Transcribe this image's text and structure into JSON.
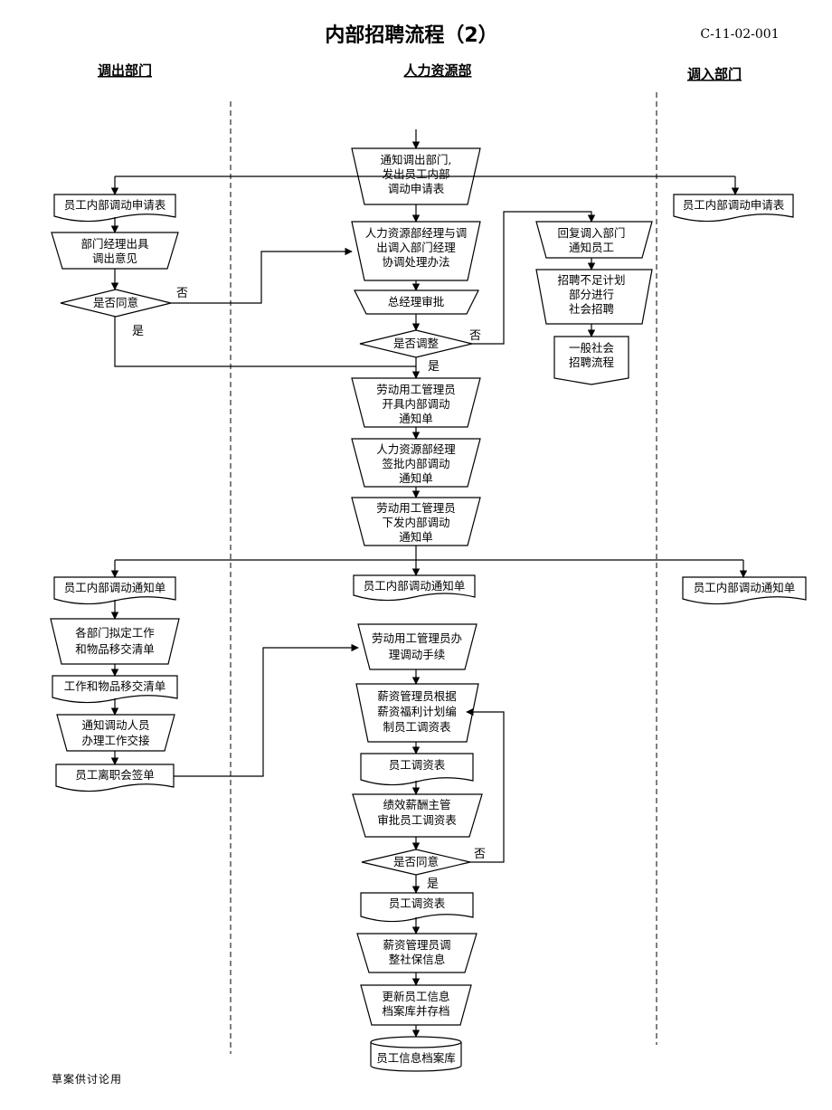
{
  "header": {
    "title": "内部招聘流程（2）",
    "code": "C-11-02-001"
  },
  "lanes": {
    "out": "调出部门",
    "hr": "人力资源部",
    "in": "调入部门"
  },
  "nodes": {
    "n_notify": [
      "通知调出部门,",
      "发出员工内部",
      "调动申请表"
    ],
    "n_form_out": [
      "员工内部调动申请表"
    ],
    "n_form_in": [
      "员工内部调动申请表"
    ],
    "n_opinion": [
      "部门经理出具",
      "调出意见"
    ],
    "n_agree1": [
      "是否同意"
    ],
    "n_coord": [
      "人力资源部经理与调",
      "出调入部门经理",
      "协调处理办法"
    ],
    "n_gm": [
      "总经理审批"
    ],
    "n_adjust": [
      "是否调整"
    ],
    "n_reply": [
      "回复调入部门",
      "通知员工"
    ],
    "n_shortage": [
      "招聘不足计划",
      "部分进行",
      "社会招聘"
    ],
    "n_social": [
      "一般社会",
      "招聘流程"
    ],
    "n_labor1": [
      "劳动用工管理员",
      "开具内部调动",
      "通知单"
    ],
    "n_hrsign": [
      "人力资源部经理",
      "签批内部调动",
      "通知单"
    ],
    "n_labor2": [
      "劳动用工管理员",
      "下发内部调动",
      "通知单"
    ],
    "n_notice_out": [
      "员工内部调动通知单"
    ],
    "n_notice_hr": [
      "员工内部调动通知单"
    ],
    "n_notice_in": [
      "员工内部调动通知单"
    ],
    "n_handover_plan": [
      "各部门拟定工作",
      "和物品移交清单"
    ],
    "n_handover_list": [
      "工作和物品移交清单"
    ],
    "n_notify_staff": [
      "通知调动人员",
      "办理工作交接"
    ],
    "n_resign": [
      "员工离职会签单"
    ],
    "n_procedure": [
      "劳动用工管理员办",
      "理调动手续"
    ],
    "n_salary_plan": [
      "薪资管理员根据",
      "薪资福利计划编",
      "制员工调资表"
    ],
    "n_salary_tbl1": [
      "员工调资表"
    ],
    "n_review": [
      "绩效薪酬主管",
      "审批员工调资表"
    ],
    "n_agree2": [
      "是否同意"
    ],
    "n_salary_tbl2": [
      "员工调资表"
    ],
    "n_social_ins": [
      "薪资管理员调",
      "整社保信息"
    ],
    "n_update": [
      "更新员工信息",
      "档案库并存档"
    ],
    "n_db": [
      "员工信息档案库"
    ]
  },
  "edge_labels": {
    "agree1_no": "否",
    "agree1_yes": "是",
    "adjust_no": "否",
    "adjust_yes": "是",
    "agree2_no": "否",
    "agree2_yes": "是"
  },
  "footer": "草案供讨论用"
}
